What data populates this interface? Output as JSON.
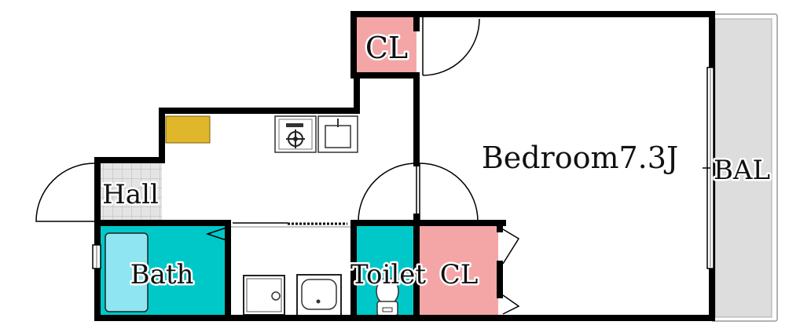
{
  "rooms": {
    "closet_top": "CL",
    "bedroom": "Bedroom7.3J",
    "balcony": "BAL",
    "hall": "Hall",
    "bath": "Bath",
    "toilet": "Toilet",
    "closet_bottom": "CL"
  },
  "colors": {
    "wall": "#000000",
    "closet": "#f4a6a6",
    "bath": "#00c8c8",
    "bathtub": "#8fe6f2",
    "shoe_cabinet": "#e0b62a",
    "balcony": "#dddddd",
    "hall_tile": "#e4e4e4"
  },
  "icons": [
    "door-swing-icon",
    "stove-icon",
    "sink-icon",
    "washing-machine-icon",
    "washbasin-icon",
    "toilet-icon",
    "bathtub-icon",
    "window-icon"
  ]
}
